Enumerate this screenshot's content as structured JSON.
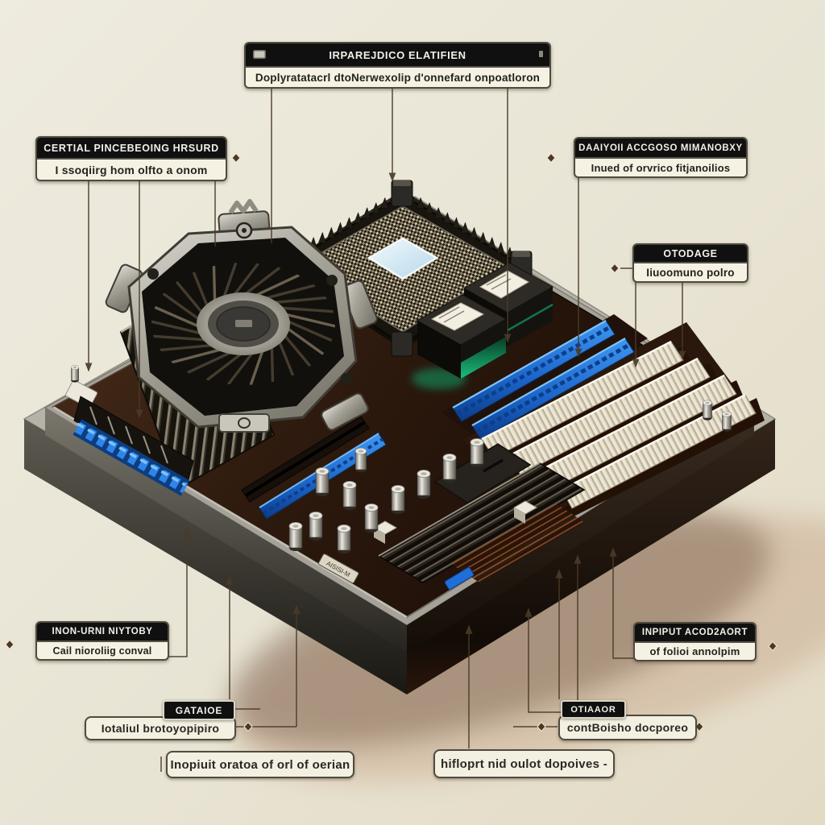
{
  "figure": "isometric-motherboard-diagram",
  "colors": {
    "background": "#e8e4d4",
    "accent_blue": "#1b76e0",
    "glow_green": "#19c37d",
    "label_bar": "#101010",
    "label_fill": "#f5f2e4",
    "callout_line": "#4a3a28"
  },
  "icons": {
    "platform_titlebar_left_icon": "window-icon",
    "platform_titlebar_right_icon": "dot-icon",
    "callout_end": "arrow-icon",
    "callout_marker": "diamond-icon"
  },
  "board": {
    "front_sticker_text": "AISISI-M"
  },
  "labels": {
    "platform": {
      "title": "IRPAREJDICO ELATIFIEN",
      "subtitle": "Doplyratatacrl dtoNerwexolip d'onnefard onpoatloron"
    },
    "cpu": {
      "title": "CERTIAL PINCEBEOING HRSURD",
      "subtitle": "I ssoqiirg hom olfto a onom"
    },
    "ram": {
      "title": "DAAIYOII ACCGOSO MIMANOBXY",
      "subtitle": "Inued of orvrico fitjanoilios"
    },
    "storage_right": {
      "title": "OTODAGE",
      "subtitle": "Iiuoomuno polro"
    },
    "nvm": {
      "title": "INON-URNI NIYTOBY",
      "subtitle": "Cail nioroliig conval"
    },
    "storage_bottom_left": {
      "title": "GATAIOE",
      "caption": "Iotaliul brotoyopipiro"
    },
    "caption_bottom_left": {
      "text": "Inopiuit oratoa of orl of oerian"
    },
    "storage_bottom_right": {
      "title": "OTIAAOR",
      "caption": "contBoisho docporeo"
    },
    "input_adapter": {
      "title": "INPIPUT ACOD2AORT",
      "subtitle": "of folioi annolpim"
    },
    "caption_bottom_right": {
      "text": "hifloprt nid oulot dopoives -"
    }
  }
}
